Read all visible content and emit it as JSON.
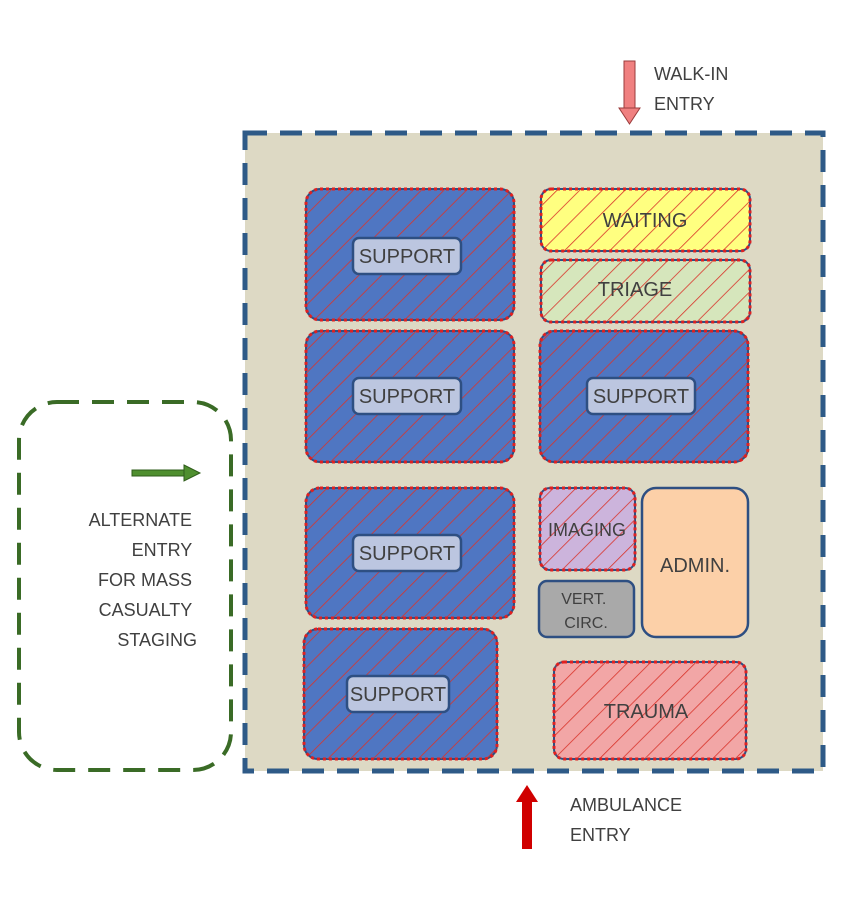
{
  "entries": {
    "walk_in": [
      "WALK-IN",
      "ENTRY"
    ],
    "ambulance": [
      "AMBULANCE",
      "ENTRY"
    ],
    "alternate": [
      "ALTERNATE",
      "ENTRY",
      "FOR MASS",
      "CASUALTY",
      "STAGING"
    ]
  },
  "rooms": {
    "support_1": "SUPPORT",
    "support_2": "SUPPORT",
    "support_3": "SUPPORT",
    "support_4": "SUPPORT",
    "support_5": "SUPPORT",
    "waiting": "WAITING",
    "triage": "TRIAGE",
    "imaging": "IMAGING",
    "vert_circ": [
      "VERT.",
      "CIRC."
    ],
    "admin": "ADMIN.",
    "trauma": "TRAUMA"
  },
  "colors": {
    "floor": "#ddd9c4",
    "building_outline": "#2e5a87",
    "support": "#4f76c2",
    "waiting": "#ffff80",
    "triage": "#d6e6bc",
    "imaging": "#ccb4dc",
    "vert_circ": "#a9a9a9",
    "admin": "#fcd0a8",
    "trauma": "#f2a6a6",
    "hatch": "#d9342b",
    "alternate_zone": "#3a6b26",
    "walk_in_arrow": "#f08080",
    "ambulance_arrow": "#d00000"
  }
}
